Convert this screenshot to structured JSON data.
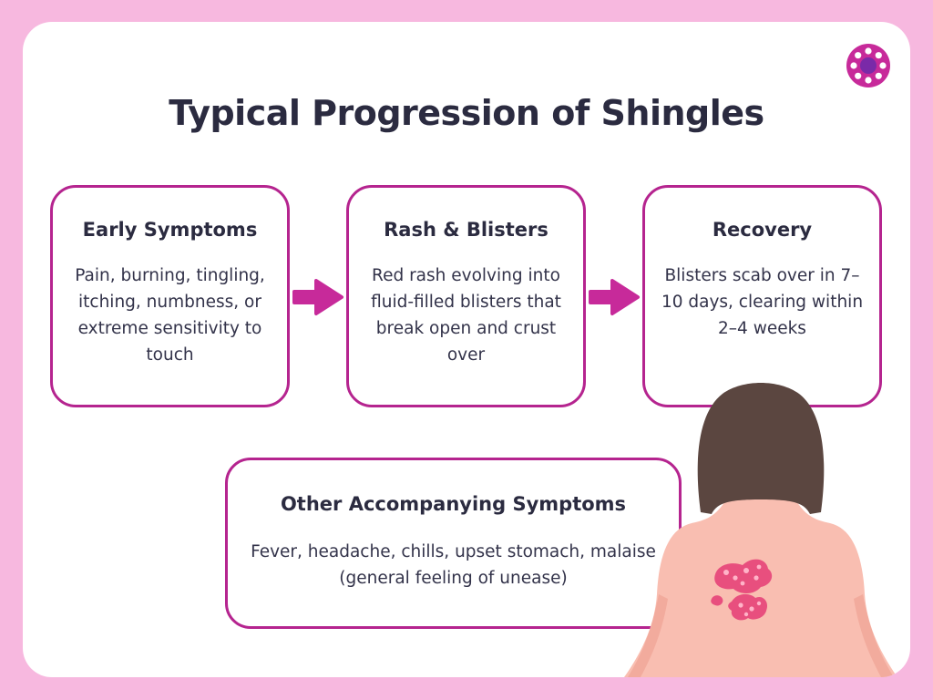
{
  "title": "Typical Progression of Shingles",
  "stages": [
    {
      "heading": "Early Symptoms",
      "text": "Pain, burning, tingling, itching, numbness, or extreme sensitivity to touch"
    },
    {
      "heading": "Rash & Blisters",
      "text": "Red rash evolving into fluid-filled blisters that break open and crust over"
    },
    {
      "heading": "Recovery",
      "text": "Blisters scab over in 7–10 days, clearing within 2–4 weeks"
    }
  ],
  "other": {
    "heading": "Other Accompanying Symptoms",
    "text": "Fever, headache, chills, upset stomach, malaise (general feeling of unease)"
  },
  "colors": {
    "background": "#f7b8df",
    "accent": "#b5248f",
    "logo": "#c72a9a",
    "skin": "#f9beb1",
    "hair": "#5b4640",
    "rash": "#e84f7e",
    "text": "#2b2b40"
  },
  "icons": {
    "logo": "virus-logo-icon",
    "arrow": "arrow-right-icon"
  }
}
